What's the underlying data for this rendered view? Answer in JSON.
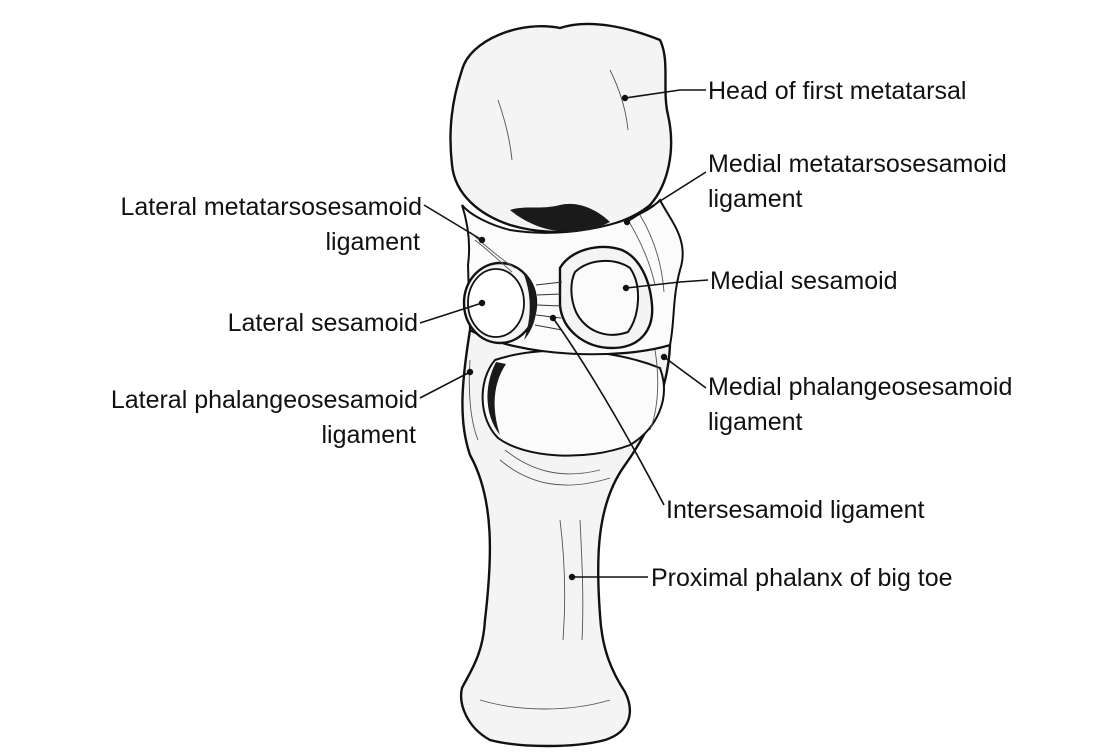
{
  "labels": {
    "head_first_metatarsal": "Head of first metatarsal",
    "medial_metatarsosesamoid_line1": "Medial metatarsosesamoid",
    "medial_metatarsosesamoid_line2": "ligament",
    "lateral_metatarsosesamoid_line1": "Lateral metatarsosesamoid",
    "lateral_metatarsosesamoid_line2": "ligament",
    "medial_sesamoid": "Medial sesamoid",
    "lateral_sesamoid": "Lateral sesamoid",
    "lateral_phalangeosesamoid_line1": "Lateral phalangeosesamoid",
    "lateral_phalangeosesamoid_line2": "ligament",
    "medial_phalangeosesamoid_line1": "Medial phalangeosesamoid",
    "medial_phalangeosesamoid_line2": "ligament",
    "intersesamoid_ligament": "Intersesamoid ligament",
    "proximal_phalanx": "Proximal phalanx of big toe"
  }
}
